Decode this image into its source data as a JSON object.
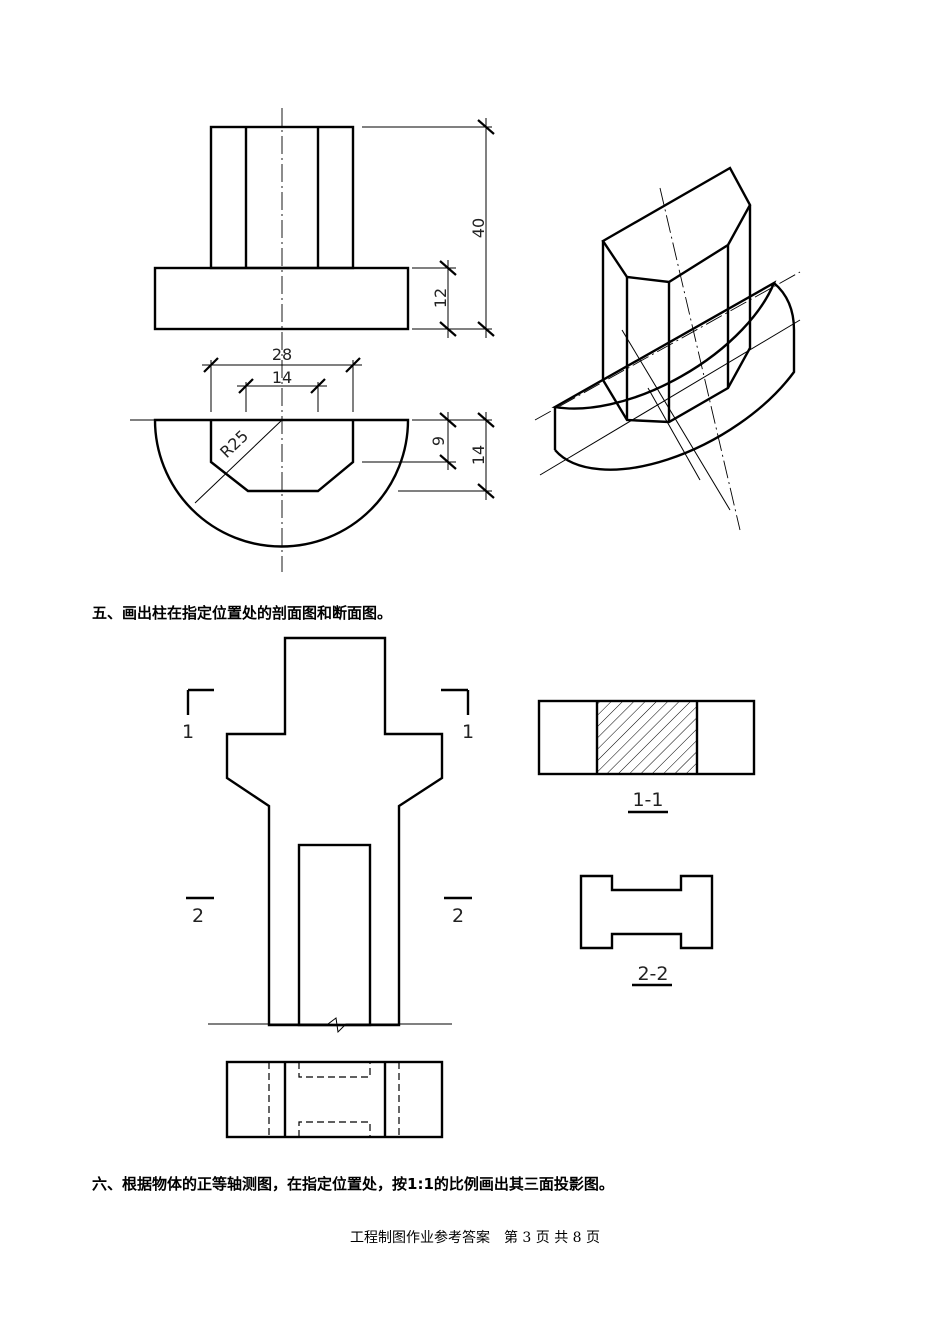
{
  "figure4": {
    "dims": {
      "height_total": "40",
      "base_height": "12",
      "width_outer": "28",
      "width_inner": "14",
      "radius": "R25",
      "depth_small": "9",
      "depth_total": "14"
    }
  },
  "section5": {
    "heading": "五、画出柱在指定位置处的剖面图和断面图。",
    "cut_labels": {
      "cut1": "1",
      "cut2": "2"
    },
    "section_labels": {
      "s1": "1-1",
      "s2": "2-2"
    }
  },
  "section6": {
    "heading": "六、根据物体的正等轴测图，在指定位置处，按1:1的比例画出其三面投影图。"
  },
  "footer": {
    "text": "工程制图作业参考答案　第 3 页 共 8 页"
  }
}
